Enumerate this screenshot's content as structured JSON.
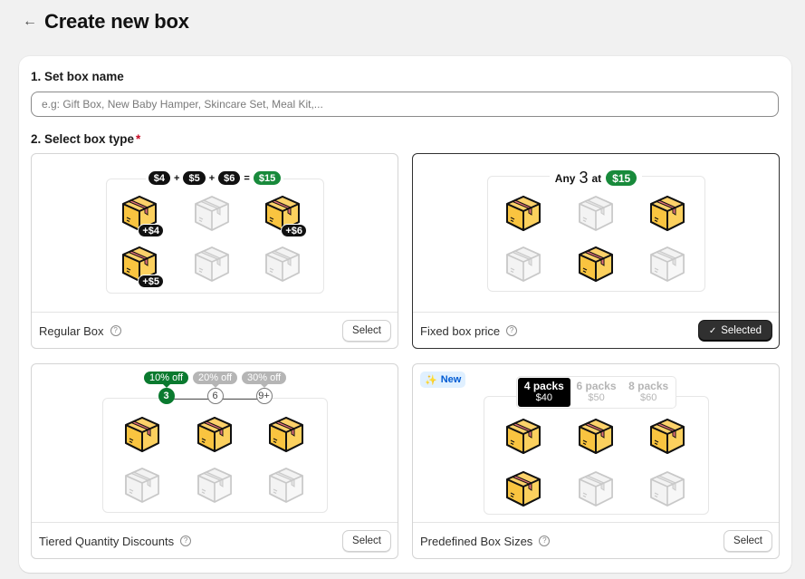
{
  "header": {
    "back_icon": "arrow-left-icon",
    "title": "Create new box"
  },
  "section1": {
    "label": "1. Set box name",
    "input_value": "",
    "input_placeholder": "e.g: Gift Box, New Baby Hamper, Skincare Set, Meal Kit,..."
  },
  "section2": {
    "label": "2. Select box type",
    "required_mark": "*"
  },
  "box_types": [
    {
      "name": "Regular Box",
      "button": "Select",
      "selected": false,
      "illustration": {
        "prices": [
          "$4",
          "$5",
          "$6"
        ],
        "plus": "+",
        "equals": "=",
        "total": "$15",
        "slots": [
          {
            "filled": true,
            "tag": "+$4"
          },
          {
            "filled": false,
            "tag": ""
          },
          {
            "filled": true,
            "tag": "+$6"
          },
          {
            "filled": true,
            "tag": "+$5"
          },
          {
            "filled": false,
            "tag": ""
          },
          {
            "filled": false,
            "tag": ""
          }
        ]
      }
    },
    {
      "name": "Fixed box price",
      "button": "Selected",
      "button_check": "✓",
      "selected": true,
      "illustration": {
        "any": "Any",
        "count": "3",
        "at": "at",
        "price": "$15",
        "slots": [
          true,
          false,
          true,
          false,
          true,
          false
        ]
      }
    },
    {
      "name": "Tiered Quantity Discounts",
      "button": "Select",
      "selected": false,
      "illustration": {
        "tiers": [
          {
            "discount": "10% off",
            "qty": "3",
            "active": true
          },
          {
            "discount": "20% off",
            "qty": "6",
            "active": false
          },
          {
            "discount": "30% off",
            "qty": "9+",
            "active": false
          }
        ],
        "slots": [
          true,
          true,
          true,
          false,
          false,
          false
        ]
      }
    },
    {
      "name": "Predefined Box Sizes",
      "button": "Select",
      "selected": false,
      "badge": "New",
      "illustration": {
        "packs": [
          {
            "label": "4 packs",
            "price": "$40",
            "active": true
          },
          {
            "label": "6 packs",
            "price": "$50",
            "active": false
          },
          {
            "label": "8 packs",
            "price": "$60",
            "active": false
          }
        ],
        "slots": [
          true,
          true,
          true,
          true,
          false,
          false
        ]
      }
    }
  ],
  "colors": {
    "accent_green": "#188a3b",
    "selected_dark": "#303030",
    "badge_blue": "#005bd3",
    "box_yellow": "#f9c440",
    "box_tape": "#e8737a"
  }
}
